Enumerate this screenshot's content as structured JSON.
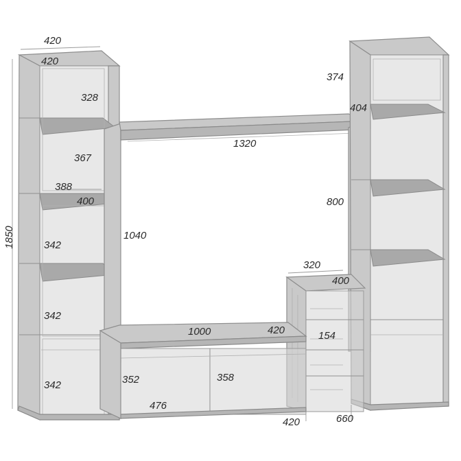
{
  "dimensions": {
    "top_width_outer": "420",
    "top_width_inner": "420",
    "total_height": "1850",
    "left_shelf_1": "328",
    "left_shelf_2": "367",
    "left_depth_inner": "388",
    "left_depth_outer": "400",
    "left_shelf_3": "342",
    "left_shelf_4": "342",
    "left_shelf_5": "342",
    "niche_height": "1040",
    "bridge_width": "1320",
    "right_top_width": "374",
    "right_depth": "404",
    "right_niche_height": "800",
    "drawer_width": "320",
    "drawer_depth": "400",
    "drawer_height": "154",
    "bottom_width": "1000",
    "bottom_depth": "420",
    "bottom_door_left": "352",
    "bottom_door_right": "358",
    "bottom_door_width": "476",
    "base_depth": "420",
    "right_base": "660"
  }
}
